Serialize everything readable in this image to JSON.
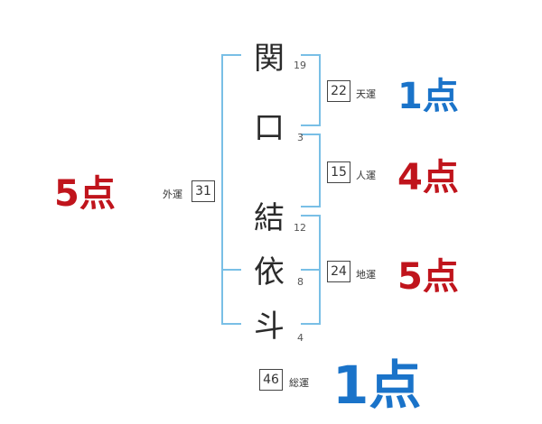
{
  "name_chars": [
    {
      "char": "関",
      "strokes": "19"
    },
    {
      "char": "口",
      "strokes": "3"
    },
    {
      "char": "結",
      "strokes": "12"
    },
    {
      "char": "依",
      "strokes": "8"
    },
    {
      "char": "斗",
      "strokes": "4"
    }
  ],
  "ten_un": {
    "label": "天運",
    "value": "22",
    "score": "1点"
  },
  "jin_un": {
    "label": "人運",
    "value": "15",
    "score": "4点"
  },
  "chi_un": {
    "label": "地運",
    "value": "24",
    "score": "5点"
  },
  "gai_un": {
    "label": "外運",
    "value": "31",
    "score": "5点"
  },
  "so_un": {
    "label": "総運",
    "value": "46",
    "score": "1点"
  },
  "colors": {
    "good": "#c0141c",
    "bad": "#1a73c9",
    "bracket": "#79bfe6"
  }
}
